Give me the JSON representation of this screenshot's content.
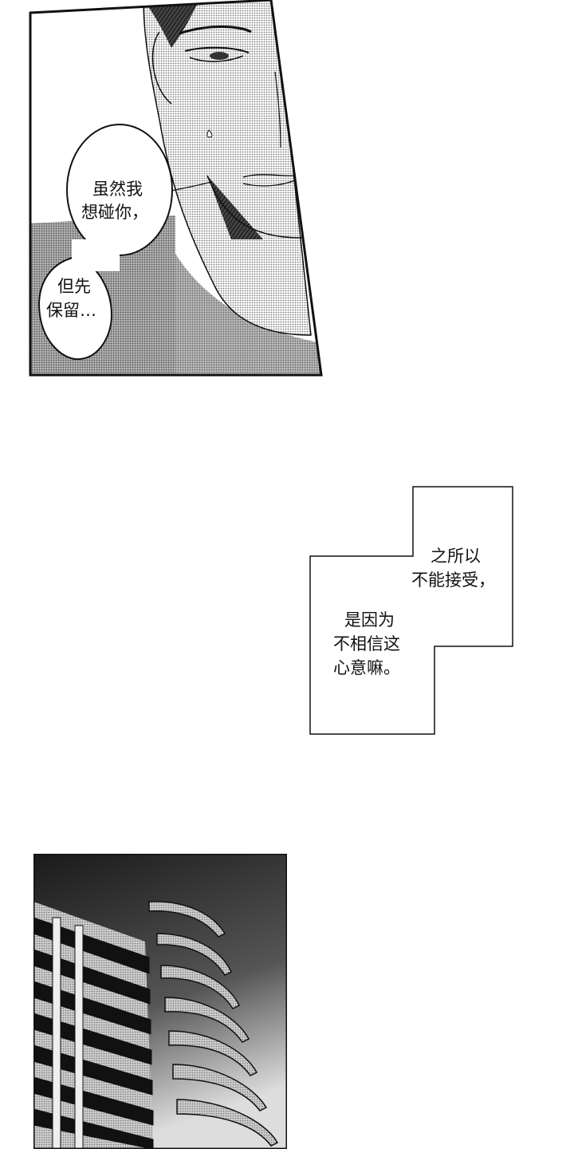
{
  "panels": [
    {
      "id": "panel-1",
      "description": "close-up of man's face, eyes half-lidded, sweat drop",
      "bubbles": [
        {
          "lines": [
            "虽然我",
            "想碰你，"
          ]
        },
        {
          "lines": [
            "但先",
            "保留…"
          ]
        }
      ]
    },
    {
      "id": "panel-2",
      "description": "stepped narration box",
      "caption_top": [
        "之所以",
        "不能接受，"
      ],
      "caption_bottom": [
        "是因为",
        "不相信这",
        "心意嘛。"
      ]
    },
    {
      "id": "panel-3",
      "description": "low-angle view of apartment building with curved balconies against dark screentone sky"
    }
  ],
  "colors": {
    "ink": "#111111",
    "paper": "#ffffff",
    "tone_light": "#d9d9d9",
    "tone_mid": "#a8a8a8",
    "tone_dark": "#3a3a3a"
  }
}
